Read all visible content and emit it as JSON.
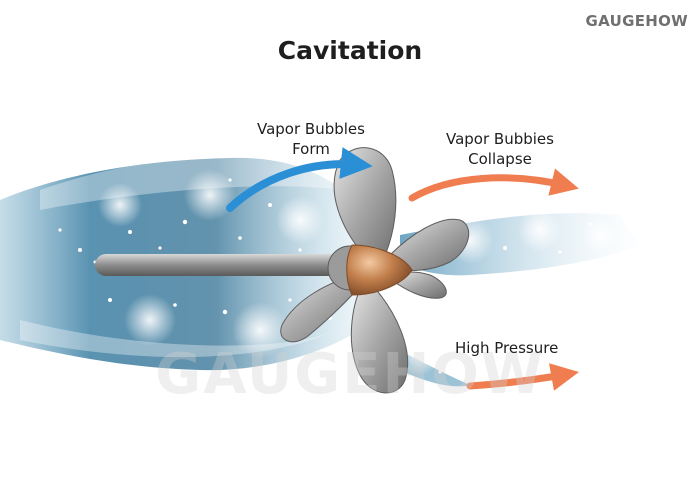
{
  "brand": "GAUGEHOW",
  "title": "Cavitation",
  "labels": {
    "bubbles_form_line1": "Vapor Bubbles",
    "bubbles_form_line2": "Form",
    "bubbles_collapse_line1": "Vapor Bubbies",
    "bubbles_collapse_line2": "Collapse",
    "high_pressure": "High Pressure"
  },
  "watermark": "GAUGEHOW",
  "colors": {
    "water": "#2f6f92",
    "foam": "#e8f4fa",
    "blade": "#a9a9a9",
    "hub": "#c98a5a",
    "form_arrow": "#2b8fd6",
    "collapse_arrow": "#f07d50",
    "pressure_arrow": "#f07d50"
  },
  "icons": [
    "propeller-icon",
    "arrow-icon"
  ]
}
